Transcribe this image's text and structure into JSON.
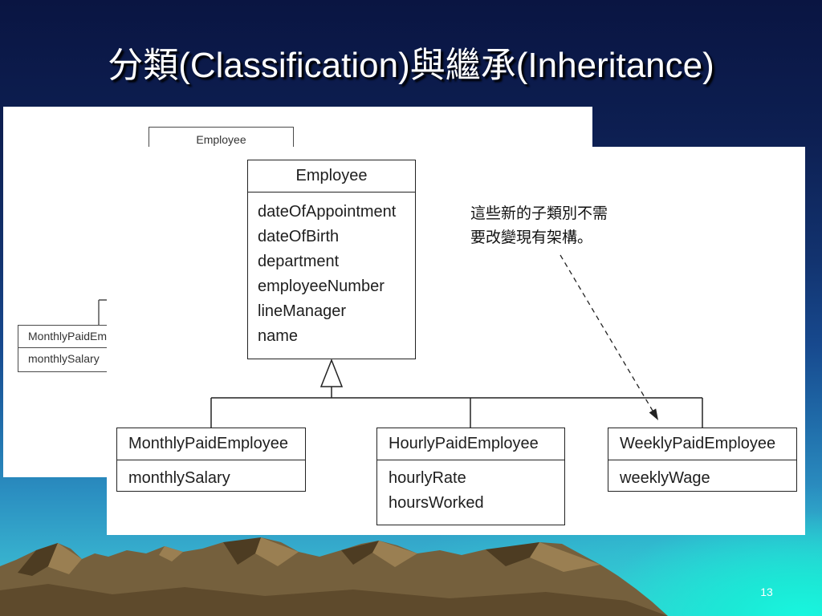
{
  "slide": {
    "title": "分類(Classification)與繼承(Inheritance)",
    "page_number": "13"
  },
  "background_figure": {
    "superclass": {
      "name": "Employee"
    },
    "subclass": {
      "name": "MonthlyPaidEmployee",
      "attributes": [
        "monthlySalary"
      ]
    }
  },
  "diagram": {
    "superclass": {
      "name": "Employee",
      "attributes": [
        "dateOfAppointment",
        "dateOfBirth",
        "department",
        "employeeNumber",
        "lineManager",
        "name"
      ]
    },
    "subclasses": [
      {
        "name": "MonthlyPaidEmployee",
        "attributes": [
          "monthlySalary"
        ]
      },
      {
        "name": "HourlyPaidEmployee",
        "attributes": [
          "hourlyRate",
          "hoursWorked"
        ]
      },
      {
        "name": "WeeklyPaidEmployee",
        "attributes": [
          "weeklyWage"
        ]
      }
    ],
    "note": {
      "lines": [
        "這些新的子類別不需",
        "要改變現有架構。"
      ]
    }
  },
  "colors": {
    "title_text": "#ffffff",
    "background_top": "#0a1542",
    "background_bottom": "#3fc3d0",
    "panel_background": "#ffffff",
    "diagram_line": "#222222",
    "mountains": "#75603d"
  }
}
